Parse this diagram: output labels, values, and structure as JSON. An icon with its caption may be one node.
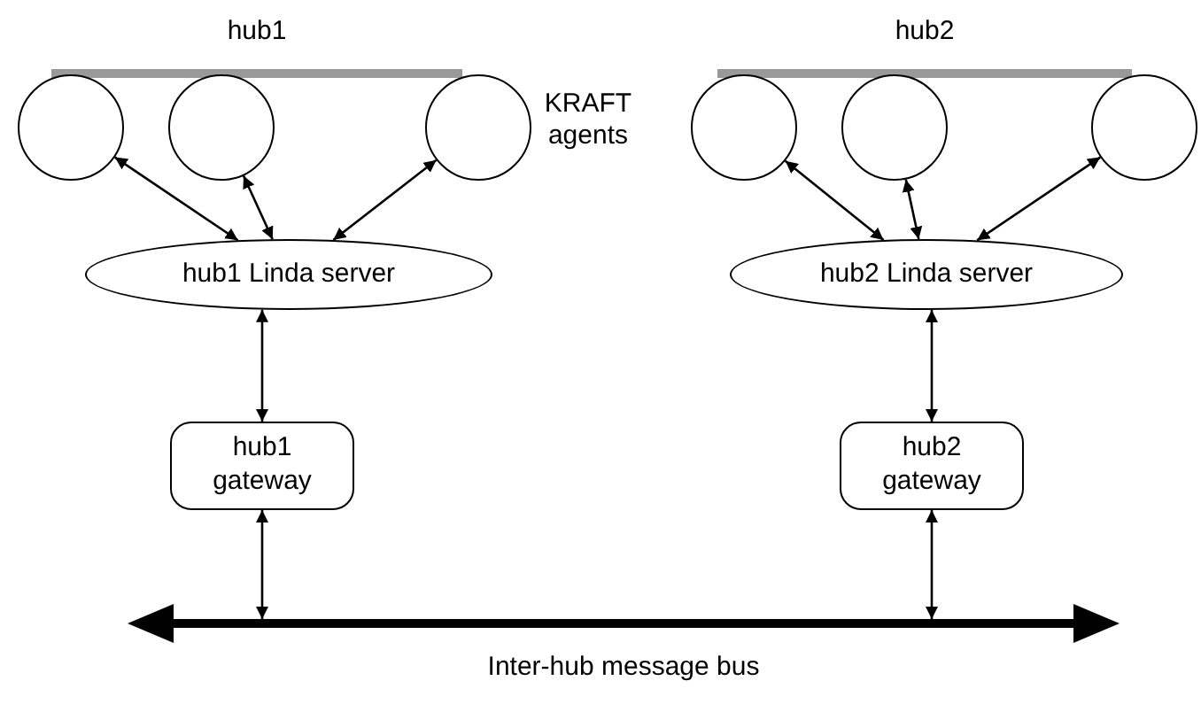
{
  "diagram": {
    "nodes": [
      {
        "text": [
          "hub1"
        ]
      },
      {
        "text": [
          "hub2"
        ]
      },
      {
        "text": [],
        "shape": "circle"
      },
      {
        "text": [],
        "shape": "circle"
      },
      {
        "text": [],
        "shape": "circle"
      },
      {
        "text": [],
        "shape": "circle"
      },
      {
        "text": [],
        "shape": "circle"
      },
      {
        "text": [],
        "shape": "circle"
      },
      {
        "text": [
          "hub1 Linda server"
        ]
      },
      {
        "text": [
          "hub2 Linda server"
        ]
      },
      {
        "text": [
          "hub1 gateway"
        ]
      },
      {
        "text": [
          "hub2 gateway"
        ]
      },
      {
        "text": [],
        "shape": "bar",
        "beside": [
          "Inter-hub message bus"
        ]
      }
    ],
    "edges": [
      {
        "from": 2,
        "to": 8,
        "arrow": "both"
      },
      {
        "from": 3,
        "to": 8,
        "arrow": "both"
      },
      {
        "from": 4,
        "to": 8,
        "arrow": "both"
      },
      {
        "from": 5,
        "to": 9,
        "arrow": "both"
      },
      {
        "from": 6,
        "to": 9,
        "arrow": "both"
      },
      {
        "from": 7,
        "to": 9,
        "arrow": "both"
      },
      {
        "from": 8,
        "to": 10,
        "arrow": "both"
      },
      {
        "from": 9,
        "to": 11,
        "arrow": "both"
      },
      {
        "from": 10,
        "to": 12,
        "arrow": "both"
      },
      {
        "from": 11,
        "to": 12,
        "arrow": "both"
      }
    ],
    "labels": [
      "KRAFT agents"
    ]
  }
}
